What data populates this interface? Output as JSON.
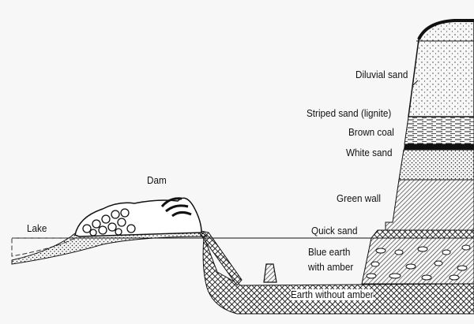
{
  "diagram": {
    "labels": {
      "diluvial_sand": "Diluvial sand",
      "striped_sand": "Striped sand (lignite)",
      "brown_coal": "Brown coal",
      "white_sand": "White sand",
      "green_wall": "Green wall",
      "quick_sand": "Quick sand",
      "blue_earth_1": "Blue earth",
      "blue_earth_2": "with amber",
      "earth_without_amber": "Earth without amber",
      "dam": "Dam",
      "lake": "Lake"
    },
    "colors": {
      "ink": "#111111",
      "paper": "#f7f7f7"
    }
  }
}
